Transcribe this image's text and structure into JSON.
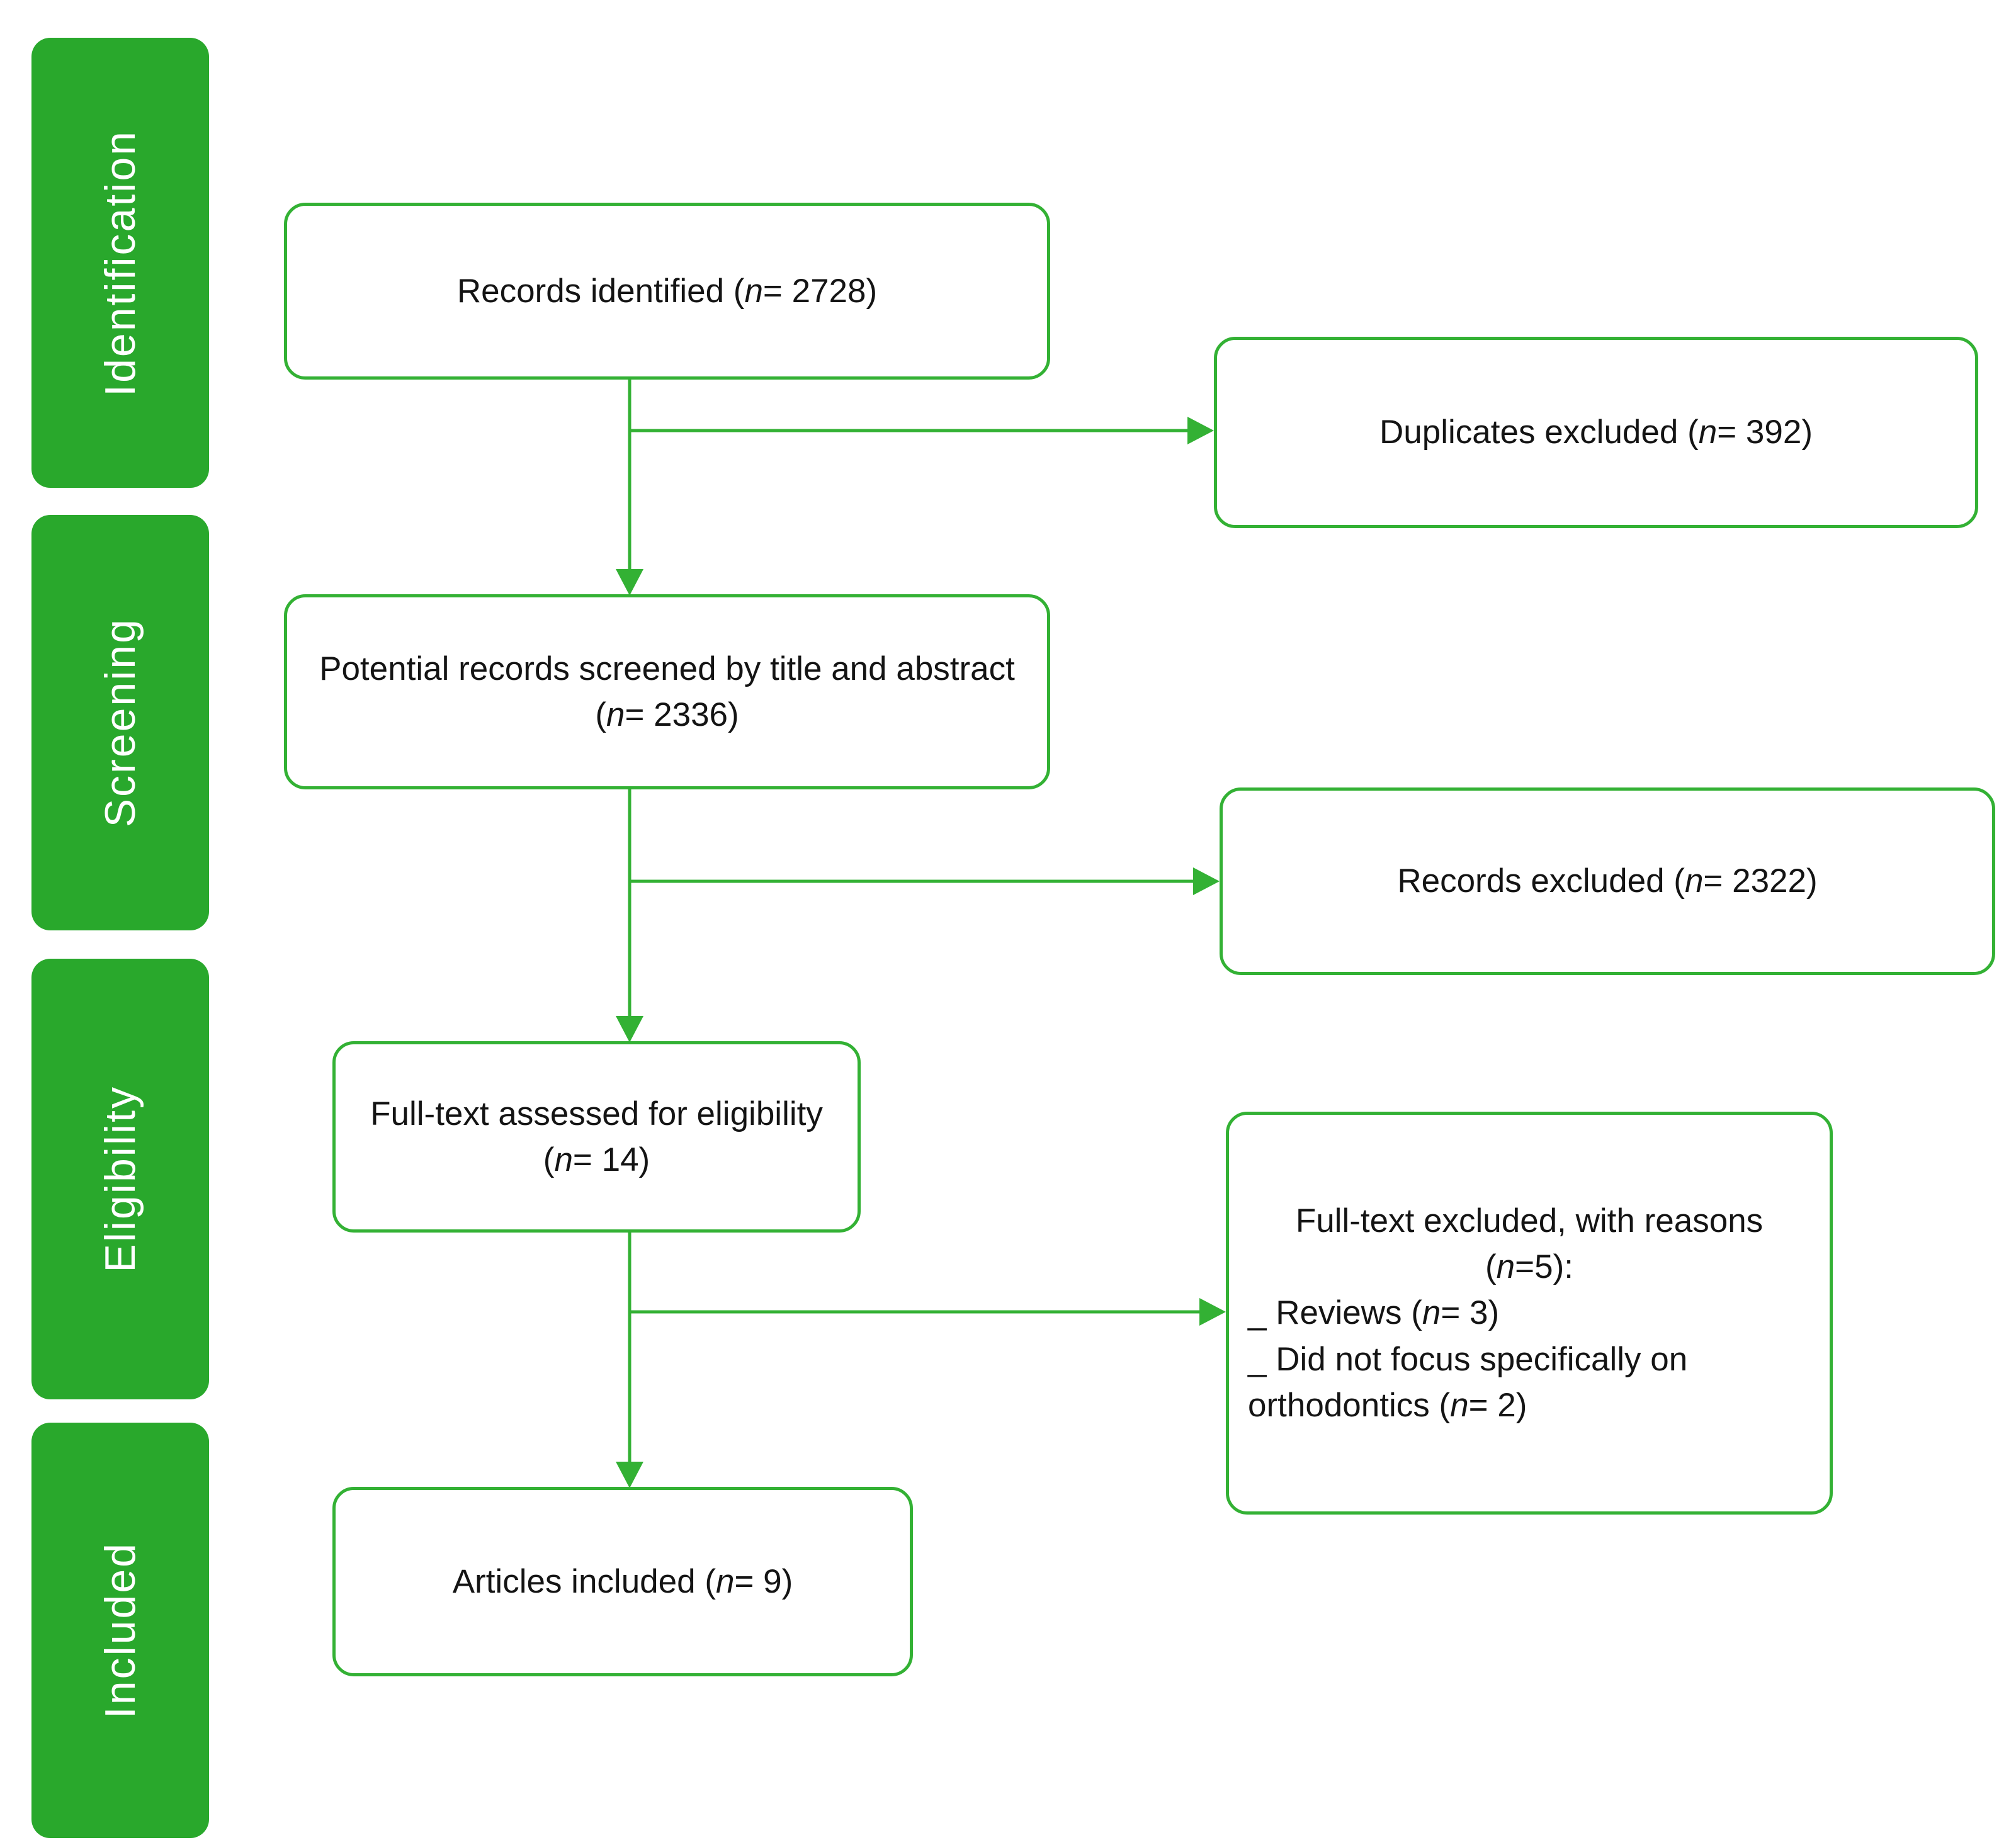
{
  "palette": {
    "stage_green": "#29a82c",
    "accent_green": "#33b134",
    "box_background": "#ffffff",
    "text": "#141414"
  },
  "stages": [
    {
      "label": "Identification"
    },
    {
      "label": "Screening"
    },
    {
      "label": "Eligibility"
    },
    {
      "label": "Included"
    }
  ],
  "flow": {
    "records_identified": {
      "lines": [
        {
          "align": "center",
          "parts": [
            {
              "t": "Records identified ("
            },
            {
              "t": "n",
              "i": true
            },
            {
              "t": "= 2728)"
            }
          ]
        }
      ]
    },
    "duplicates_excluded": {
      "lines": [
        {
          "align": "center",
          "parts": [
            {
              "t": "Duplicates excluded ("
            },
            {
              "t": "n",
              "i": true
            },
            {
              "t": "= 392)"
            }
          ]
        }
      ]
    },
    "screened": {
      "lines": [
        {
          "align": "center",
          "parts": [
            {
              "t": "Potential records screened by title and abstract ("
            },
            {
              "t": "n",
              "i": true
            },
            {
              "t": "= 2336)"
            }
          ]
        }
      ]
    },
    "records_excluded": {
      "lines": [
        {
          "align": "center",
          "parts": [
            {
              "t": "Records excluded ("
            },
            {
              "t": "n",
              "i": true
            },
            {
              "t": "= 2322)"
            }
          ]
        }
      ]
    },
    "fulltext_assessed": {
      "lines": [
        {
          "align": "center",
          "parts": [
            {
              "t": "Full-text assessed for eligibility ("
            },
            {
              "t": "n",
              "i": true
            },
            {
              "t": "= 14)"
            }
          ]
        }
      ]
    },
    "fulltext_excluded": {
      "lines": [
        {
          "align": "center",
          "parts": [
            {
              "t": "Full-text excluded, with reasons ("
            },
            {
              "t": "n",
              "i": true
            },
            {
              "t": "=5):"
            }
          ]
        },
        {
          "align": "left",
          "parts": [
            {
              "t": "_ Reviews ("
            },
            {
              "t": "n",
              "i": true
            },
            {
              "t": "= 3)"
            }
          ]
        },
        {
          "align": "left",
          "parts": [
            {
              "t": "_ Did not focus specifically on orthodontics ("
            },
            {
              "t": "n",
              "i": true
            },
            {
              "t": "= 2)"
            }
          ]
        }
      ]
    },
    "included": {
      "lines": [
        {
          "align": "center",
          "parts": [
            {
              "t": "Articles included ("
            },
            {
              "t": "n",
              "i": true
            },
            {
              "t": "= 9)"
            }
          ]
        }
      ]
    }
  }
}
